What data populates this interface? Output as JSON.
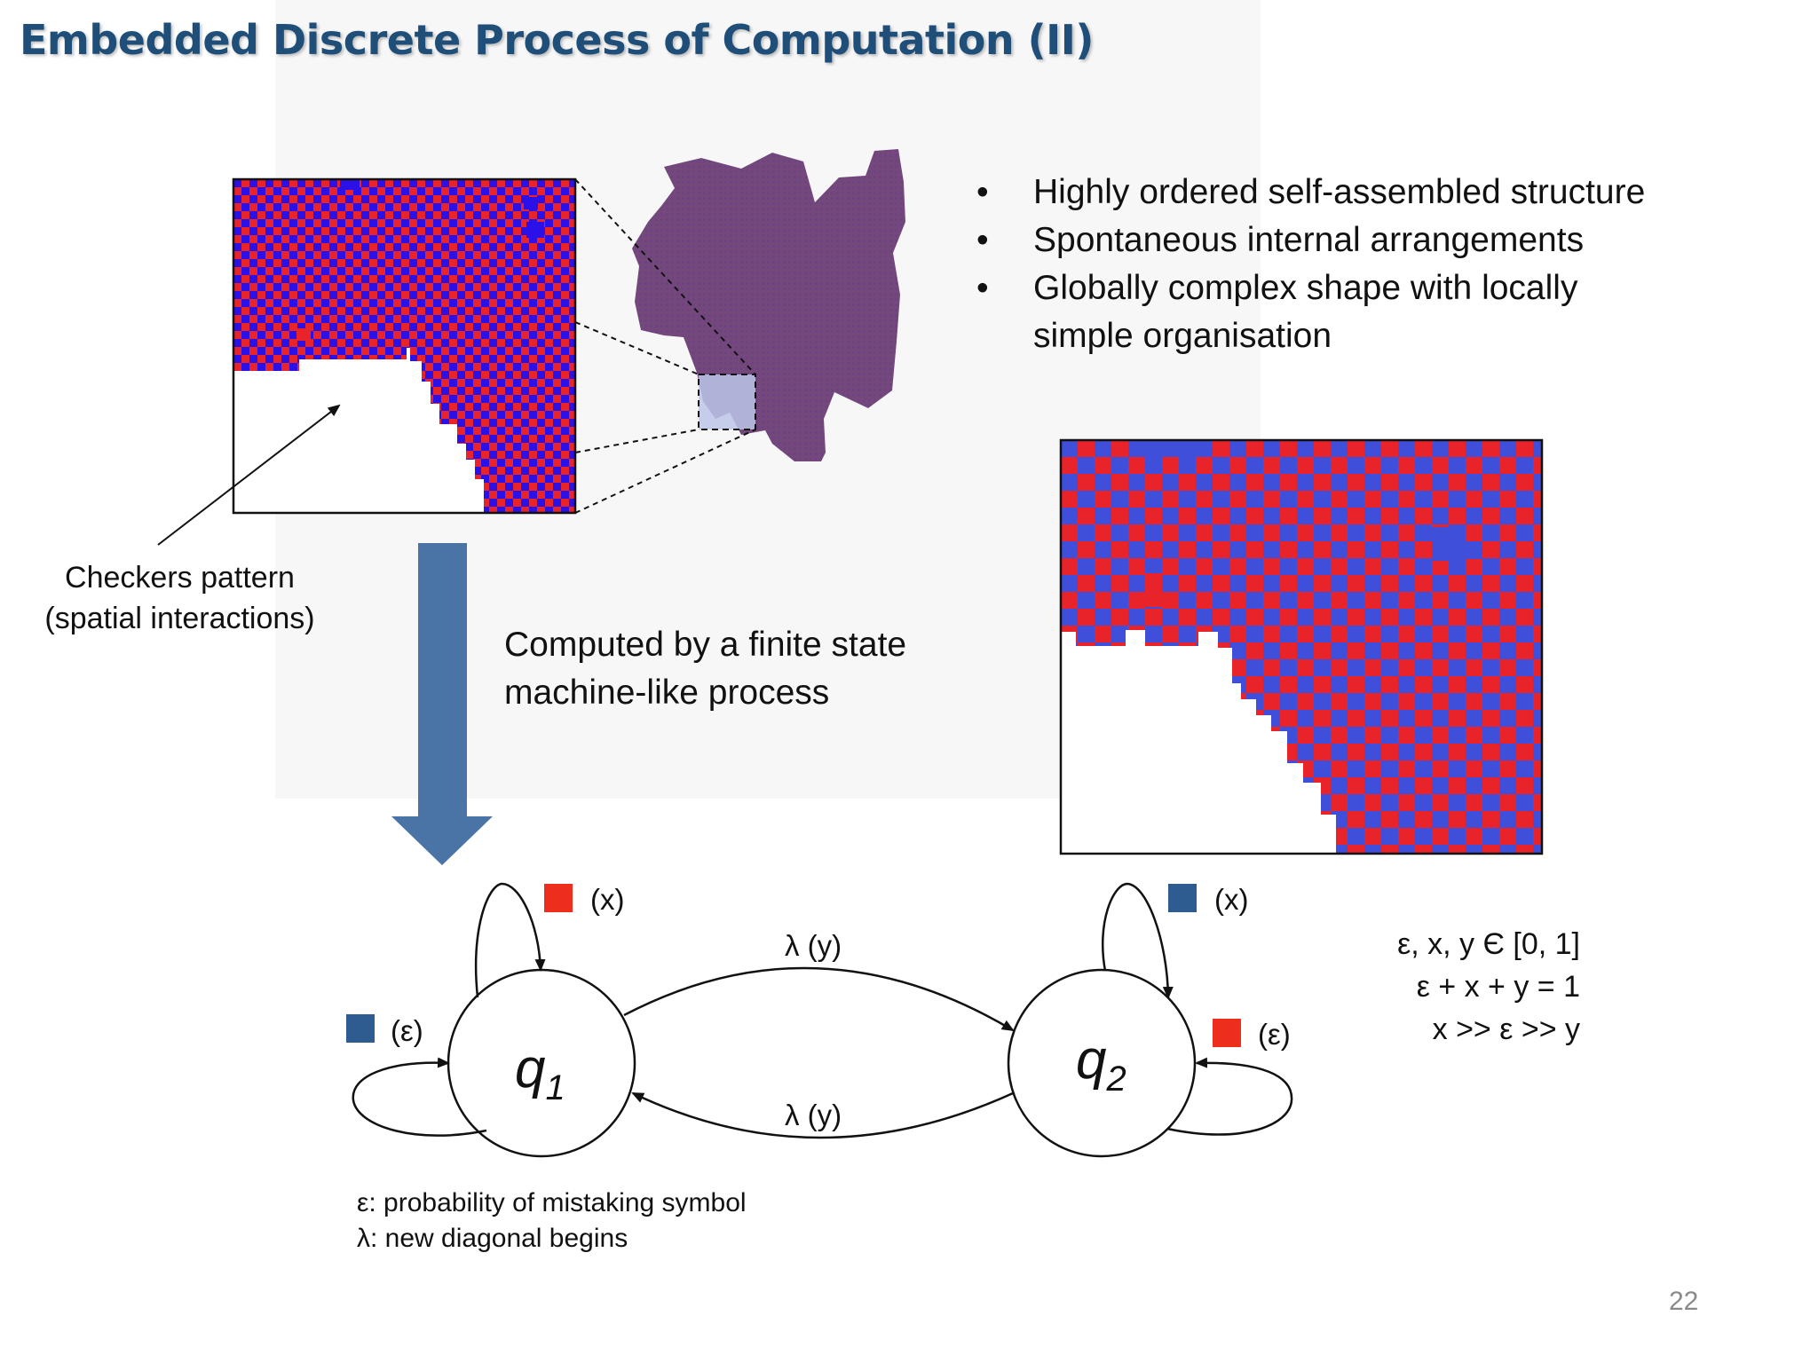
{
  "slide": {
    "title": "Embedded Discrete Process of Computation (II)",
    "page_number": "22"
  },
  "bullets": [
    {
      "text": "Highly ordered self-assembled structure"
    },
    {
      "text": "Spontaneous internal arrangements"
    },
    {
      "text": "Globally complex shape with locally",
      "continuation": "simple organisation"
    }
  ],
  "labels": {
    "checkers_line1": "Checkers pattern",
    "checkers_line2": "(spatial interactions)",
    "computed_line1": "Computed by a finite state",
    "computed_line2": "machine-like process"
  },
  "fsm": {
    "state1_symbol": "q",
    "state1_subscript": "1",
    "state2_symbol": "q",
    "state2_subscript": "2",
    "q1_self_top_label": "(x)",
    "q1_self_left_label": "(ε)",
    "q2_self_top_label": "(x)",
    "q2_self_right_label": "(ε)",
    "transition_top_label": "λ (y)",
    "transition_bottom_label": "λ (y)"
  },
  "constraints": {
    "line1": "ε, x, y Є [0, 1]",
    "line2": "ε + x + y = 1",
    "line3": "x >> ε >> y"
  },
  "legend": {
    "epsilon_line": "ε: probability of mistaking symbol",
    "lambda_line": "λ: new diagonal begins"
  },
  "colors": {
    "title": "#1f4e79",
    "arrow_blue": "#4a73a6",
    "checker_red": "#e8232a",
    "checker_blue_small": "#2b10e8",
    "checker_blue_large": "#3f4fd9",
    "swatch_blue": "#2e5c91",
    "swatch_red": "#ee2e1c",
    "aggregate_purple": "#74487a"
  }
}
